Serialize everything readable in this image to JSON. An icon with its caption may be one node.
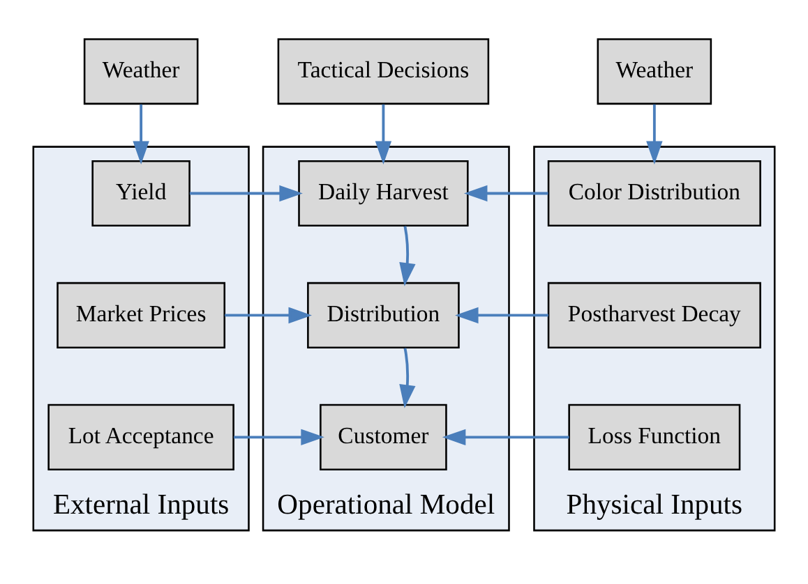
{
  "diagram": {
    "nodes": [
      {
        "text": [
          "Weather"
        ]
      },
      {
        "text": [
          "Tactical Decisions"
        ]
      },
      {
        "text": [
          "Weather"
        ]
      },
      {
        "text": [
          "External Inputs"
        ]
      },
      {
        "text": [
          "Yield"
        ],
        "in": 3
      },
      {
        "text": [
          "Market Prices"
        ],
        "in": 3
      },
      {
        "text": [
          "Lot Acceptance"
        ],
        "in": 3
      },
      {
        "text": [
          "Operational Model"
        ]
      },
      {
        "text": [
          "Daily Harvest"
        ],
        "in": 7
      },
      {
        "text": [
          "Distribution"
        ],
        "in": 7
      },
      {
        "text": [
          "Customer"
        ],
        "in": 7
      },
      {
        "text": [
          "Physical Inputs"
        ]
      },
      {
        "text": [
          "Color Distribution"
        ],
        "in": 11
      },
      {
        "text": [
          "Postharvest Decay"
        ],
        "in": 11
      },
      {
        "text": [
          "Loss Function"
        ],
        "in": 11
      }
    ],
    "edges": [
      {
        "from": 0,
        "to": 4,
        "arrow": "to"
      },
      {
        "from": 1,
        "to": 8,
        "arrow": "to"
      },
      {
        "from": 2,
        "to": 12,
        "arrow": "to"
      },
      {
        "from": 4,
        "to": 8,
        "arrow": "to"
      },
      {
        "from": 12,
        "to": 8,
        "arrow": "to"
      },
      {
        "from": 8,
        "to": 9,
        "arrow": "to"
      },
      {
        "from": 5,
        "to": 9,
        "arrow": "to"
      },
      {
        "from": 13,
        "to": 9,
        "arrow": "to"
      },
      {
        "from": 9,
        "to": 10,
        "arrow": "to"
      },
      {
        "from": 6,
        "to": 10,
        "arrow": "to"
      },
      {
        "from": 14,
        "to": 10,
        "arrow": "to"
      }
    ]
  }
}
